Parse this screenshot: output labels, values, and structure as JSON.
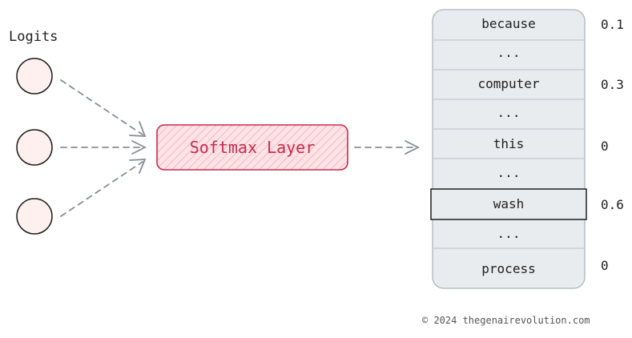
{
  "diagram": {
    "logits_label": "Logits",
    "softmax_label": "Softmax Layer",
    "vocabulary": [
      {
        "word": "because",
        "prob": "0.1"
      },
      {
        "word": "...",
        "prob": ""
      },
      {
        "word": "computer",
        "prob": "0.3"
      },
      {
        "word": "...",
        "prob": ""
      },
      {
        "word": "this",
        "prob": "0"
      },
      {
        "word": "...",
        "prob": ""
      },
      {
        "word": "wash",
        "prob": "0.6",
        "selected": true
      },
      {
        "word": "...",
        "prob": ""
      },
      {
        "word": "process",
        "prob": "0"
      }
    ],
    "copyright": "© 2024 thegenairevolution.com"
  },
  "colors": {
    "node_fill": "#fff0f0",
    "softmax_fill": "#ffe3e6",
    "softmax_stroke": "#c92a4a",
    "vocab_fill": "#e9ecef",
    "vocab_stroke": "#adb5bd",
    "arrow": "#868e96"
  }
}
